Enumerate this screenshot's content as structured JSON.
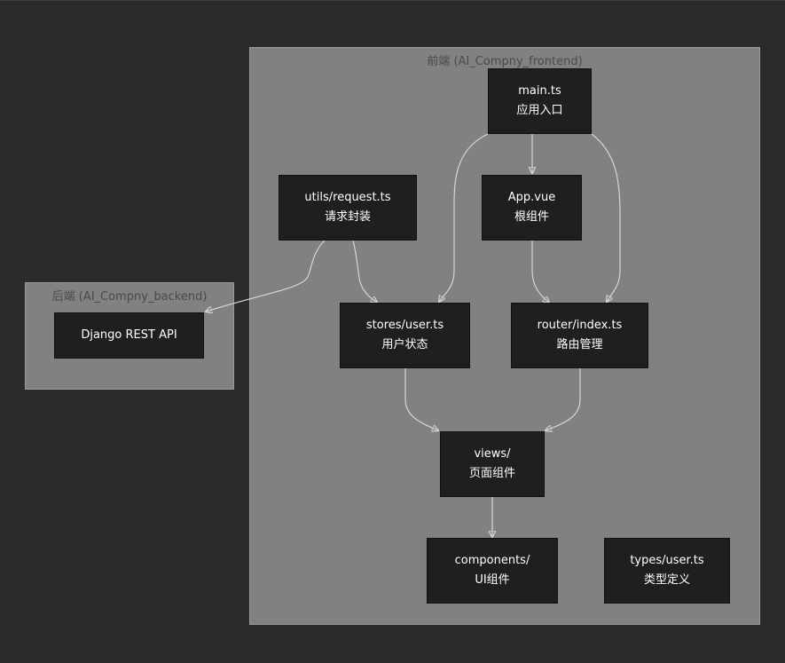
{
  "clusters": {
    "frontend": {
      "label": "前端 (AI_Compny_frontend)"
    },
    "backend": {
      "label": "后端 (AI_Compny_backend)"
    }
  },
  "nodes": {
    "main": {
      "line1": "main.ts",
      "line2": "应用入口"
    },
    "app": {
      "line1": "App.vue",
      "line2": "根组件"
    },
    "request": {
      "line1": "utils/request.ts",
      "line2": "请求封装"
    },
    "stores": {
      "line1": "stores/user.ts",
      "line2": "用户状态"
    },
    "router": {
      "line1": "router/index.ts",
      "line2": "路由管理"
    },
    "views": {
      "line1": "views/",
      "line2": "页面组件"
    },
    "components": {
      "line1": "components/",
      "line2": "UI组件"
    },
    "types": {
      "line1": "types/user.ts",
      "line2": "类型定义"
    },
    "django": {
      "line1": "Django REST API"
    }
  },
  "edges": [
    {
      "from": "main",
      "to": "app"
    },
    {
      "from": "main",
      "to": "stores"
    },
    {
      "from": "main",
      "to": "router"
    },
    {
      "from": "request",
      "to": "stores"
    },
    {
      "from": "request",
      "to": "django"
    },
    {
      "from": "app",
      "to": "router"
    },
    {
      "from": "stores",
      "to": "views"
    },
    {
      "from": "router",
      "to": "views"
    },
    {
      "from": "views",
      "to": "components"
    }
  ]
}
